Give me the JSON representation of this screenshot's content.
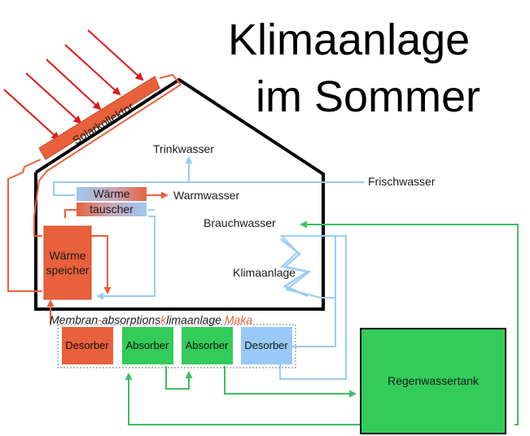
{
  "title": {
    "line1": "Klimaanlage",
    "line2": "im Sommer"
  },
  "solar_collector": {
    "label": "Solarkollektor"
  },
  "labels": {
    "trinkwasser": "Trinkwasser",
    "frischwasser": "Frischwasser",
    "warmwasser": "Warmwasser",
    "brauchwasser": "Brauchwasser",
    "klimaanlage": "Klimaanlage"
  },
  "heat_exchanger": {
    "line1": "Wärme",
    "line2": "tauscher"
  },
  "heat_storage": {
    "line1": "Wärme",
    "line2": "speicher"
  },
  "maka": {
    "caption_parts": [
      {
        "text": "Membran",
        "color": "#1a1a1a"
      },
      {
        "text": "-",
        "color": "#e8603c"
      },
      {
        "text": "absorptions",
        "color": "#1a1a1a"
      },
      {
        "text": "k",
        "color": "#e8603c"
      },
      {
        "text": "limaanlage ",
        "color": "#1a1a1a"
      },
      {
        "text": "Maka",
        "color": "#e8603c"
      }
    ],
    "units": [
      "Desorber",
      "Absorber",
      "Absorber",
      "Desorber"
    ]
  },
  "tank": {
    "label": "Regenwassertank"
  },
  "colors": {
    "hot": "#e8603c",
    "cold": "#99ccf5",
    "rain": "#3dbf60",
    "sun": "#e01818",
    "tank_fill": "#33cc5a",
    "absorber_fill": "#33cc5a",
    "desorber_cold_fill": "#99c9f7"
  }
}
